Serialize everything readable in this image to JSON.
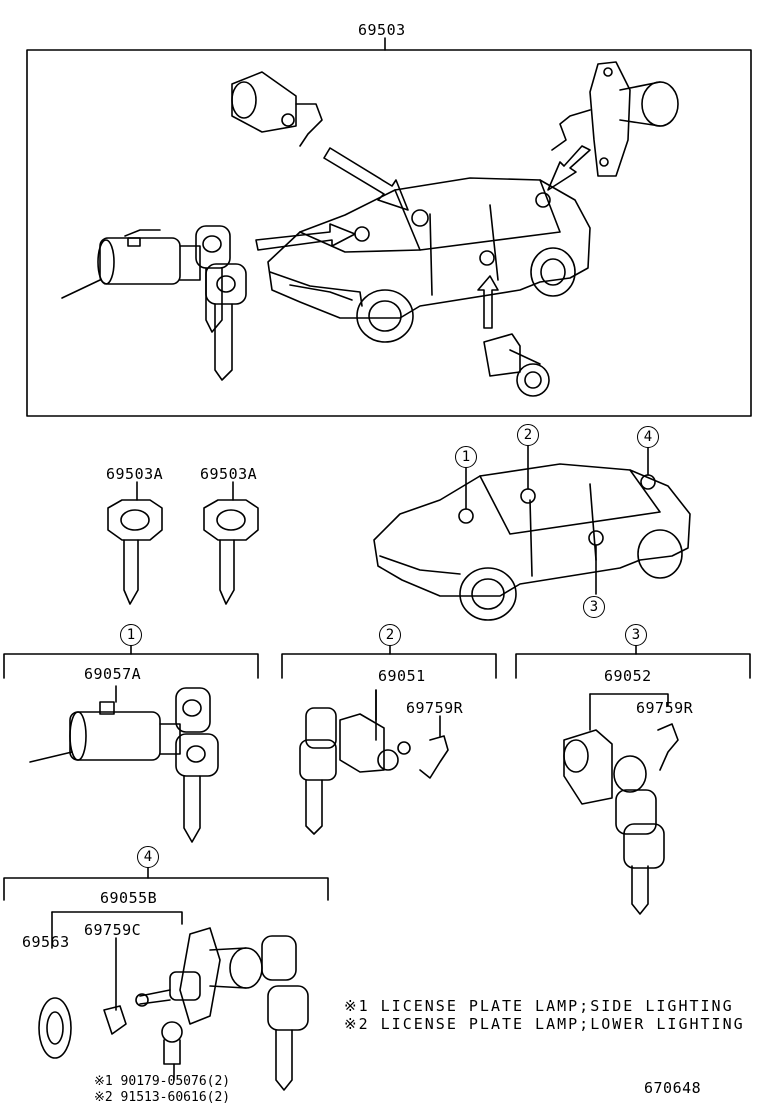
{
  "main_part": "69503",
  "keys": {
    "left": "69503A",
    "right": "69503A"
  },
  "callouts": [
    "1",
    "2",
    "3",
    "4"
  ],
  "section1": {
    "num": "1",
    "part": "69057A"
  },
  "section2": {
    "num": "2",
    "part": "69051",
    "sub": "69759R"
  },
  "section3": {
    "num": "3",
    "part": "69052",
    "sub": "69759R"
  },
  "section4": {
    "num": "4",
    "part": "69055B",
    "left": "69563",
    "sub": "69759C"
  },
  "bolts": [
    "※1 90179-05076(2)",
    "※2 91513-60616(2)"
  ],
  "notes": [
    "※1 LICENSE PLATE LAMP;SIDE LIGHTING",
    "※2 LICENSE PLATE LAMP;LOWER LIGHTING"
  ],
  "figure_code": "670648"
}
